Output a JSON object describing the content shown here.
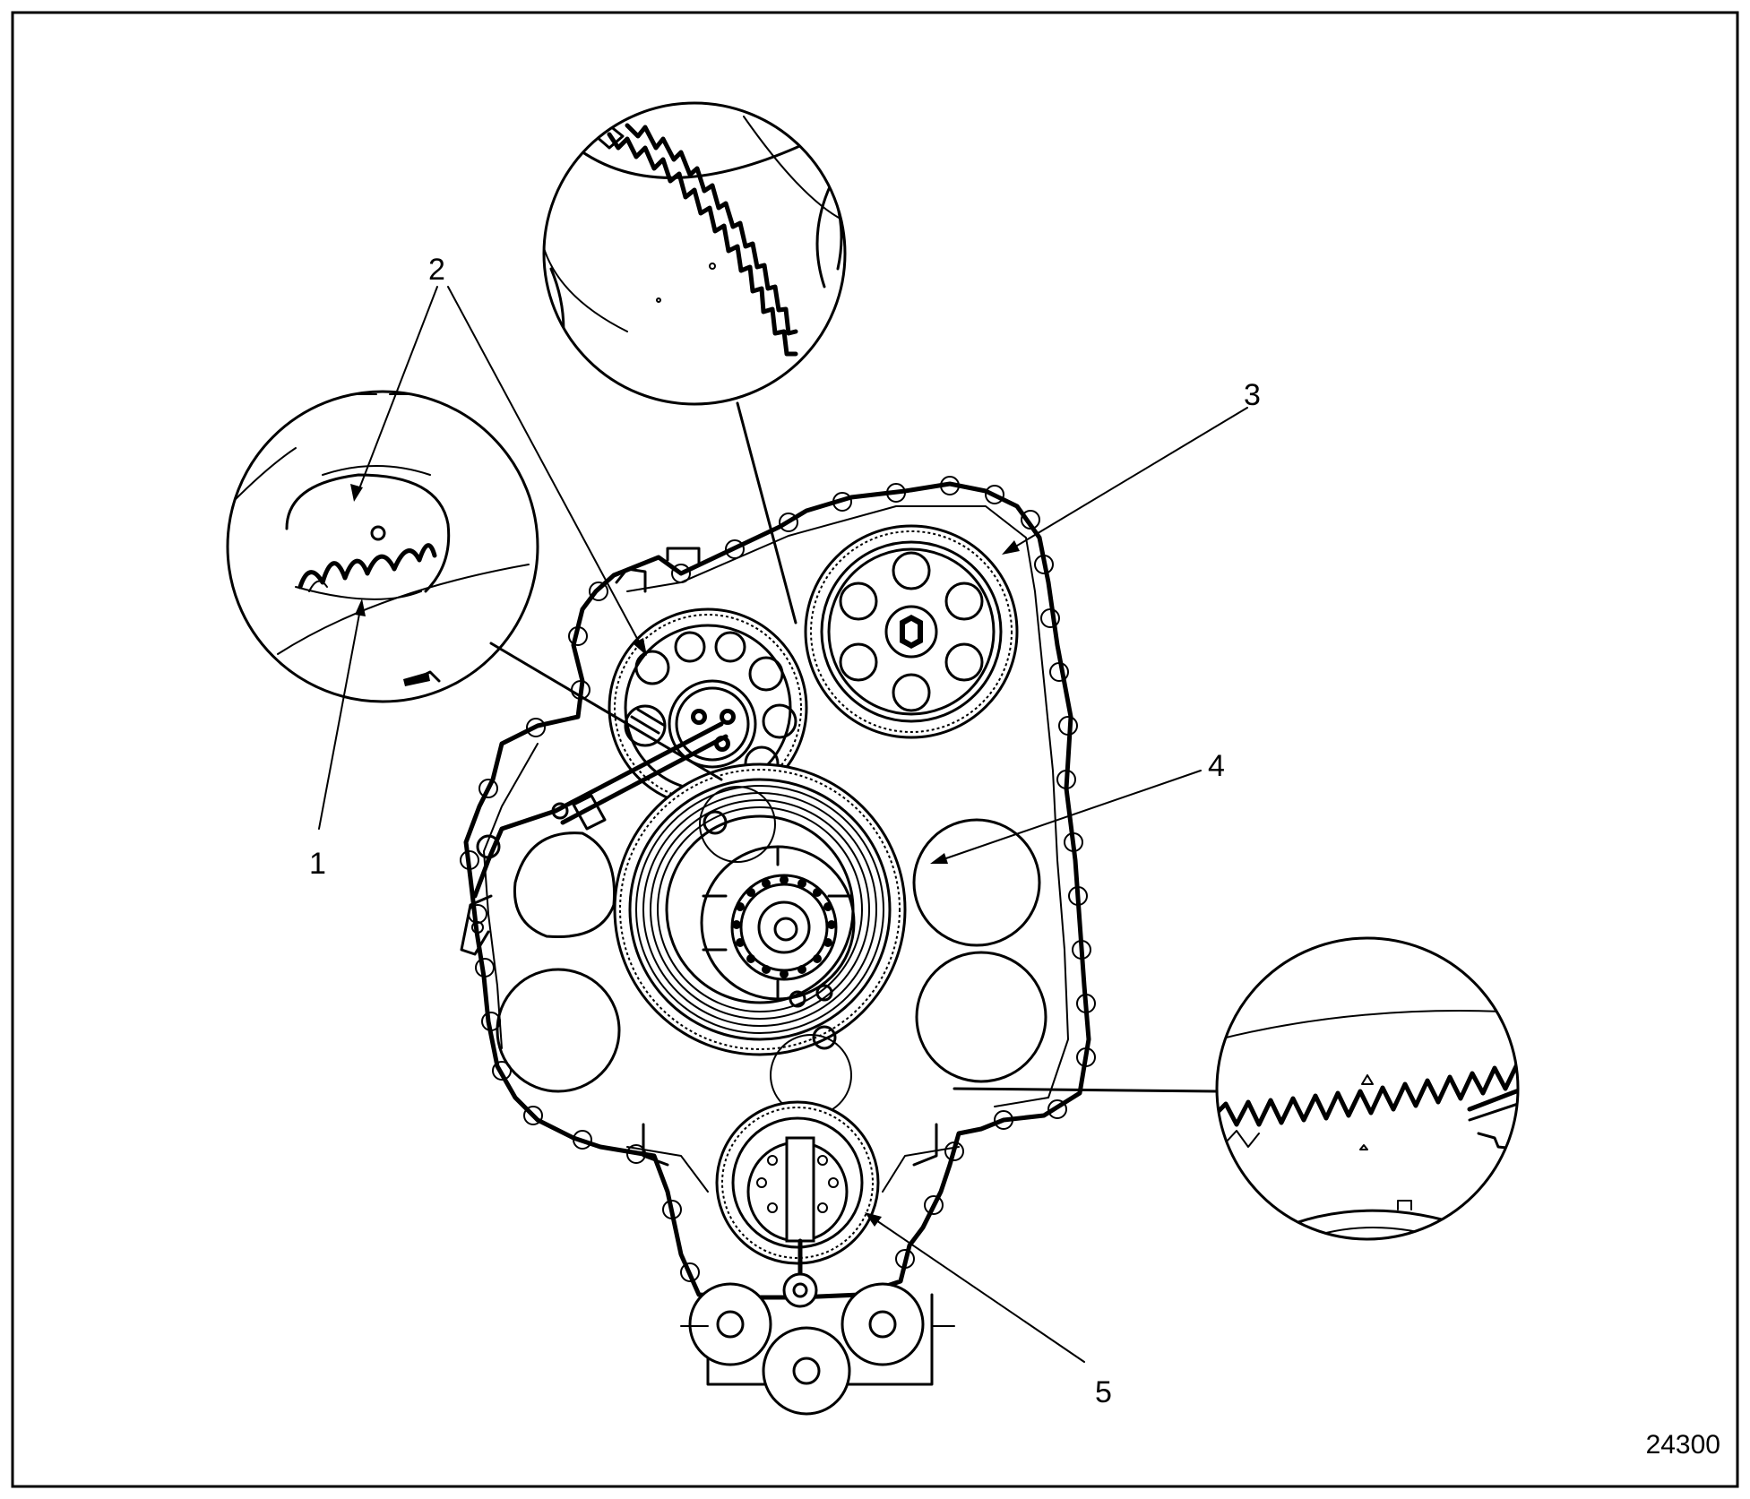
{
  "figure": {
    "figure_number": "24300",
    "callouts": [
      {
        "id": "1",
        "label": "1"
      },
      {
        "id": "2",
        "label": "2"
      },
      {
        "id": "3",
        "label": "3"
      },
      {
        "id": "4",
        "label": "4"
      },
      {
        "id": "5",
        "label": "5"
      }
    ],
    "parts": [
      "gear-housing",
      "camshaft-gear",
      "fuel-pump-drive-gear",
      "idler-gear",
      "crankshaft-gear",
      "accessory-gears"
    ],
    "detail_views": [
      "tooth-alignment-detail-top",
      "tooth-mark-detail-left",
      "tooth-mesh-detail-right"
    ]
  }
}
